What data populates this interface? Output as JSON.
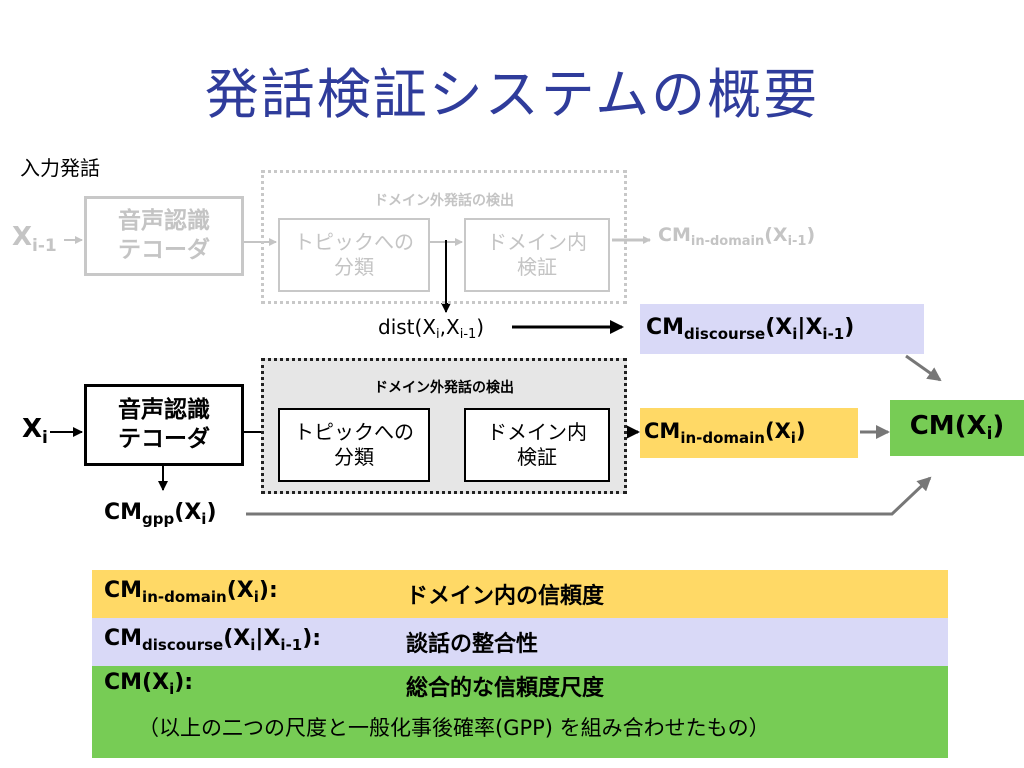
{
  "title": "発話検証システムの概要",
  "input_label": "入力発話",
  "prev_row": {
    "input_var": "X",
    "input_sub": "i-1",
    "decoder_line1": "音声認識",
    "decoder_line2": "テコーダ",
    "group_title": "ドメイン外発話の検出",
    "topic_line1": "トピックへの",
    "topic_line2": "分類",
    "domain_line1": "ドメイン内",
    "domain_line2": "検証",
    "output_cm": "CM",
    "output_sub": "in-domain",
    "output_arg": "(X",
    "output_arg_sub": "i-1",
    "output_close": ")"
  },
  "dist": {
    "name": "dist(X",
    "sub1": "i",
    "mid": ",X",
    "sub2": "i-1",
    "close": ")"
  },
  "discourse_box": {
    "cm": "CM",
    "sub": "discourse",
    "arg": "(X",
    "arg_sub": "i",
    "bar": "|X",
    "bar_sub": "i-1",
    "close": ")"
  },
  "cur_row": {
    "input_var": "X",
    "input_sub": "i",
    "decoder_line1": "音声認識",
    "decoder_line2": "テコーダ",
    "group_title": "ドメイン外発話の検出",
    "topic_line1": "トピックへの",
    "topic_line2": "分類",
    "domain_line1": "ドメイン内",
    "domain_line2": "検証",
    "output_cm": "CM",
    "output_sub": "in-domain",
    "output_arg": "(X",
    "output_arg_sub": "i",
    "output_close": ")"
  },
  "gpp": {
    "cm": "CM",
    "sub": "gpp",
    "arg": "(X",
    "arg_sub": "i",
    "close": ")"
  },
  "final_box": {
    "cm": "CM(X",
    "sub": "i",
    "close": ")"
  },
  "legend": [
    {
      "key_cm": "CM",
      "key_sub": "in-domain",
      "key_arg": "(X",
      "key_arg_sub": "i",
      "key_close": "):",
      "desc": "ドメイン内の信頼度",
      "color": "#ffd966"
    },
    {
      "key_cm": "CM",
      "key_sub": "discourse",
      "key_arg": "(X",
      "key_arg_sub": "i",
      "key_bar": "|X",
      "key_bar_sub": "i-1",
      "key_close": "):",
      "desc": "談話の整合性",
      "color": "#d9d9f7"
    },
    {
      "key_cm": "CM(X",
      "key_sub": "i",
      "key_close": "):",
      "desc": "総合的な信頼度尺度",
      "note": "（以上の二つの尺度と一般化事後確率(GPP) を組み合わせたもの）",
      "color": "#77cc55"
    }
  ],
  "colors": {
    "title": "#2f3c9b",
    "yellow": "#ffd966",
    "lavender": "#d9d9f7",
    "green": "#77cc55",
    "faded": "#c4c4c4"
  }
}
